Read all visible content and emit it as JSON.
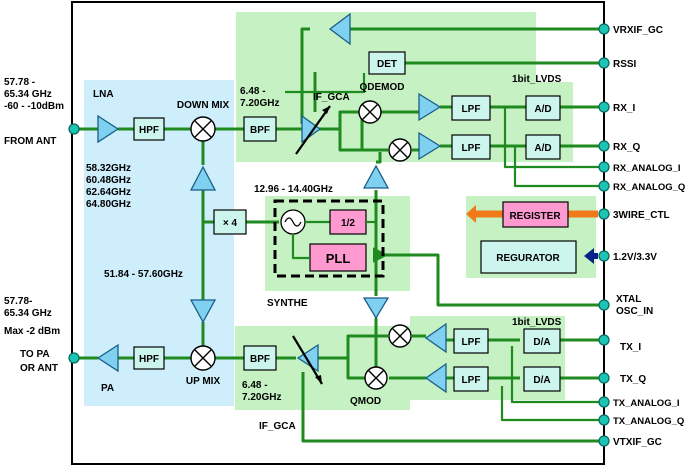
{
  "left": {
    "rx_freq_1": "57.78 -",
    "rx_freq_2": "65.34 GHz",
    "rx_level": "-60 - -10dBm",
    "rx_source": "FROM ANT",
    "lo_1": "58.32GHz",
    "lo_2": "60.48GHz",
    "lo_3": "62.64GHz",
    "lo_4": "64.80GHz",
    "lo_range": "51.84 - 57.60GHz",
    "tx_freq_1": "57.78-",
    "tx_freq_2": "65.34 GHz",
    "tx_level": "Max -2 dBm",
    "tx_dest_1": "TO PA",
    "tx_dest_2": "OR ANT"
  },
  "blocks": {
    "lna": "LNA",
    "hpf": "HPF",
    "down_mix": "DOWN MIX",
    "up_mix": "UP MIX",
    "pa": "PA",
    "bpf": "BPF",
    "if_rx_1": "6.48 -",
    "if_rx_2": "7.20GHz",
    "if_tx_1": "6.48 -",
    "if_tx_2": "7.20GHz",
    "if_gca": "IF_GCA",
    "qdemod": "QDEMOD",
    "qmod": "QMOD",
    "det": "DET",
    "lpf": "LPF",
    "ad": "A/D",
    "da": "D/A",
    "lvds": "1bit_LVDS",
    "mult": "× 4",
    "synth_range": "12.96 - 14.40GHz",
    "div": "1/2",
    "pll": "PLL",
    "synthe": "SYNTHE",
    "register": "REGISTER",
    "regulator": "REGURATOR"
  },
  "ports": {
    "vrxif_gc": "VRXIF_GC",
    "rssi": "RSSI",
    "rx_i": "RX_I",
    "rx_q": "RX_Q",
    "rx_analog_i": "RX_ANALOG_I",
    "rx_analog_q": "RX_ANALOG_Q",
    "wire_ctl": "3WIRE_CTL",
    "supply": "1.2V/3.3V",
    "xtal_1": "XTAL",
    "xtal_2": "OSC_IN",
    "tx_i": "TX_I",
    "tx_q": "TX_Q",
    "tx_analog_i": "TX_ANALOG_I",
    "tx_analog_q": "TX_ANALOG_Q",
    "vtxif_gc": "VTXIF_GC"
  },
  "colors": {
    "wire": "#1f8a1f",
    "rf_zone": "#cdeefa",
    "if_zone": "#c6f2c3",
    "block": "#ccf5ee",
    "register": "#ff9ad0",
    "pll": "#ff9ad0",
    "port": "#1cc4b4",
    "amplifier": "#7fd1ef",
    "register_arrow": "#f07a1a",
    "supply_arrow": "#0a1f8a"
  }
}
